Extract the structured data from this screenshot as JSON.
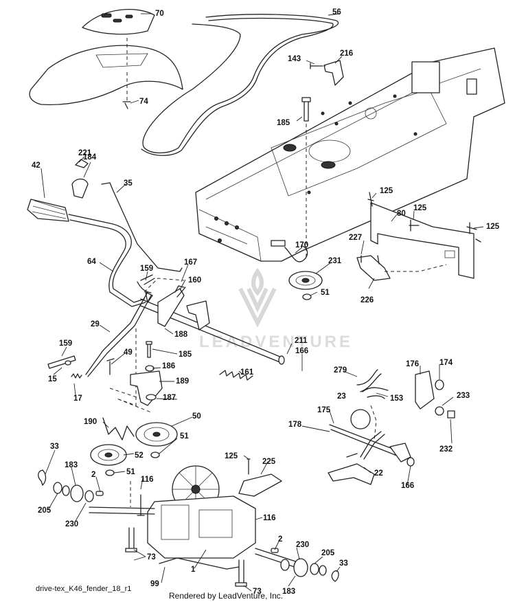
{
  "diagram": {
    "file_name": "drive-tex_K46_fender_18_r1",
    "credit": "Rendered by LeadVenture, Inc.",
    "watermark": "LEADVENTURE",
    "part_labels": [
      "70",
      "56",
      "143",
      "216",
      "74",
      "185",
      "221",
      "184",
      "42",
      "35",
      "125",
      "80",
      "125",
      "125",
      "227",
      "170",
      "231",
      "51",
      "226",
      "64",
      "159",
      "167",
      "160",
      "29",
      "188",
      "185",
      "211",
      "166",
      "159",
      "15",
      "17",
      "49",
      "186",
      "189",
      "161",
      "279",
      "176",
      "174",
      "23",
      "153",
      "233",
      "187",
      "232",
      "175",
      "178",
      "190",
      "50",
      "51",
      "52",
      "51",
      "125",
      "225",
      "22",
      "166",
      "33",
      "183",
      "2",
      "116",
      "205",
      "230",
      "116",
      "2",
      "230",
      "205",
      "33",
      "73",
      "1",
      "99",
      "183",
      "73"
    ]
  }
}
